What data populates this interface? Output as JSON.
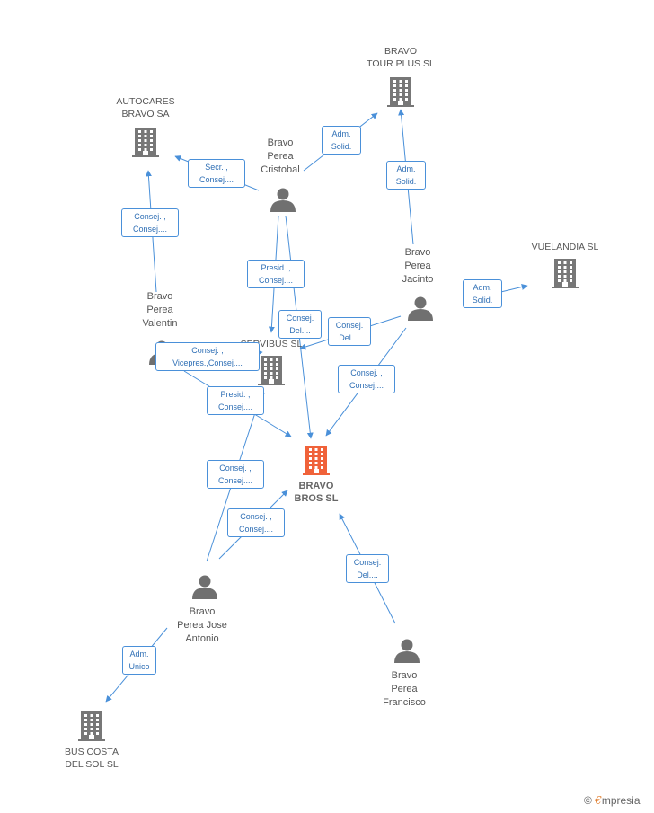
{
  "companies": [
    {
      "id": "autocares",
      "label_lines": [
        "AUTOCARES",
        "BRAVO SA"
      ],
      "icon": "building-icon"
    },
    {
      "id": "tourplus",
      "label_lines": [
        "BRAVO",
        "TOUR PLUS SL"
      ],
      "icon": "building-icon"
    },
    {
      "id": "vuelandia",
      "label_lines": [
        "VUELANDIA SL"
      ],
      "icon": "building-icon"
    },
    {
      "id": "servibus",
      "label_lines": [
        "SERVIBUS SL"
      ],
      "icon": "building-icon"
    },
    {
      "id": "bravobros",
      "label_lines": [
        "BRAVO",
        "BROS SL"
      ],
      "icon": "building-icon",
      "focus": true
    },
    {
      "id": "buscosta",
      "label_lines": [
        "BUS COSTA",
        "DEL SOL SL"
      ],
      "icon": "building-icon"
    }
  ],
  "people": [
    {
      "id": "cristobal",
      "label_lines": [
        "Bravo",
        "Perea",
        "Cristobal"
      ],
      "icon": "person-icon"
    },
    {
      "id": "jacinto",
      "label_lines": [
        "Bravo",
        "Perea",
        "Jacinto"
      ],
      "icon": "person-icon"
    },
    {
      "id": "valentin",
      "label_lines": [
        "Bravo",
        "Perea",
        "Valentin"
      ],
      "icon": "person-icon"
    },
    {
      "id": "josea",
      "label_lines": [
        "Bravo",
        "Perea Jose",
        "Antonio"
      ],
      "icon": "person-icon"
    },
    {
      "id": "francisco",
      "label_lines": [
        "Bravo",
        "Perea",
        "Francisco"
      ],
      "icon": "person-icon"
    }
  ],
  "relations": [
    {
      "id": "r1",
      "from": "cristobal",
      "to": "autocares",
      "lines": [
        "Secr. ,",
        "Consej...."
      ]
    },
    {
      "id": "r2",
      "from": "cristobal",
      "to": "tourplus",
      "lines": [
        "Adm.",
        "Solid."
      ]
    },
    {
      "id": "r3",
      "from": "jacinto",
      "to": "tourplus",
      "lines": [
        "Adm.",
        "Solid."
      ]
    },
    {
      "id": "r4",
      "from": "valentin",
      "to": "autocares",
      "lines": [
        "Consej. ,",
        "Consej...."
      ]
    },
    {
      "id": "r5",
      "from": "cristobal",
      "to": "servibus",
      "lines": [
        "Presid. ,",
        "Consej...."
      ]
    },
    {
      "id": "r6",
      "from": "cristobal",
      "to": "bravobros",
      "lines": [
        "Consej.",
        "Del...."
      ]
    },
    {
      "id": "r7",
      "from": "jacinto",
      "to": "vuelandia",
      "lines": [
        "Adm.",
        "Solid."
      ]
    },
    {
      "id": "r8",
      "from": "jacinto",
      "to": "servibus",
      "lines": [
        "Consej.",
        "Del...."
      ]
    },
    {
      "id": "r9",
      "from": "jacinto",
      "to": "bravobros",
      "lines": [
        "Consej. ,",
        "Consej...."
      ]
    },
    {
      "id": "r10",
      "from": "valentin",
      "to": "servibus",
      "lines": [
        "Consej. ,",
        "Vicepres.,Consej...."
      ]
    },
    {
      "id": "r11",
      "from": "valentin",
      "to": "bravobros",
      "lines": [
        "Presid. ,",
        "Consej...."
      ]
    },
    {
      "id": "r12",
      "from": "josea",
      "to": "servibus",
      "lines": [
        "Consej. ,",
        "Consej...."
      ]
    },
    {
      "id": "r13",
      "from": "josea",
      "to": "bravobros",
      "lines": [
        "Consej. ,",
        "Consej...."
      ]
    },
    {
      "id": "r14",
      "from": "francisco",
      "to": "bravobros",
      "lines": [
        "Consej.",
        "Del...."
      ]
    },
    {
      "id": "r15",
      "from": "josea",
      "to": "buscosta",
      "lines": [
        "Adm.",
        "Unico"
      ]
    }
  ],
  "colors": {
    "edge": "#4a90d9",
    "company": "#777777",
    "focus": "#f0623a",
    "person": "#707070"
  },
  "brand": {
    "symbol": "©",
    "initial": "€",
    "rest": "mpresia"
  }
}
